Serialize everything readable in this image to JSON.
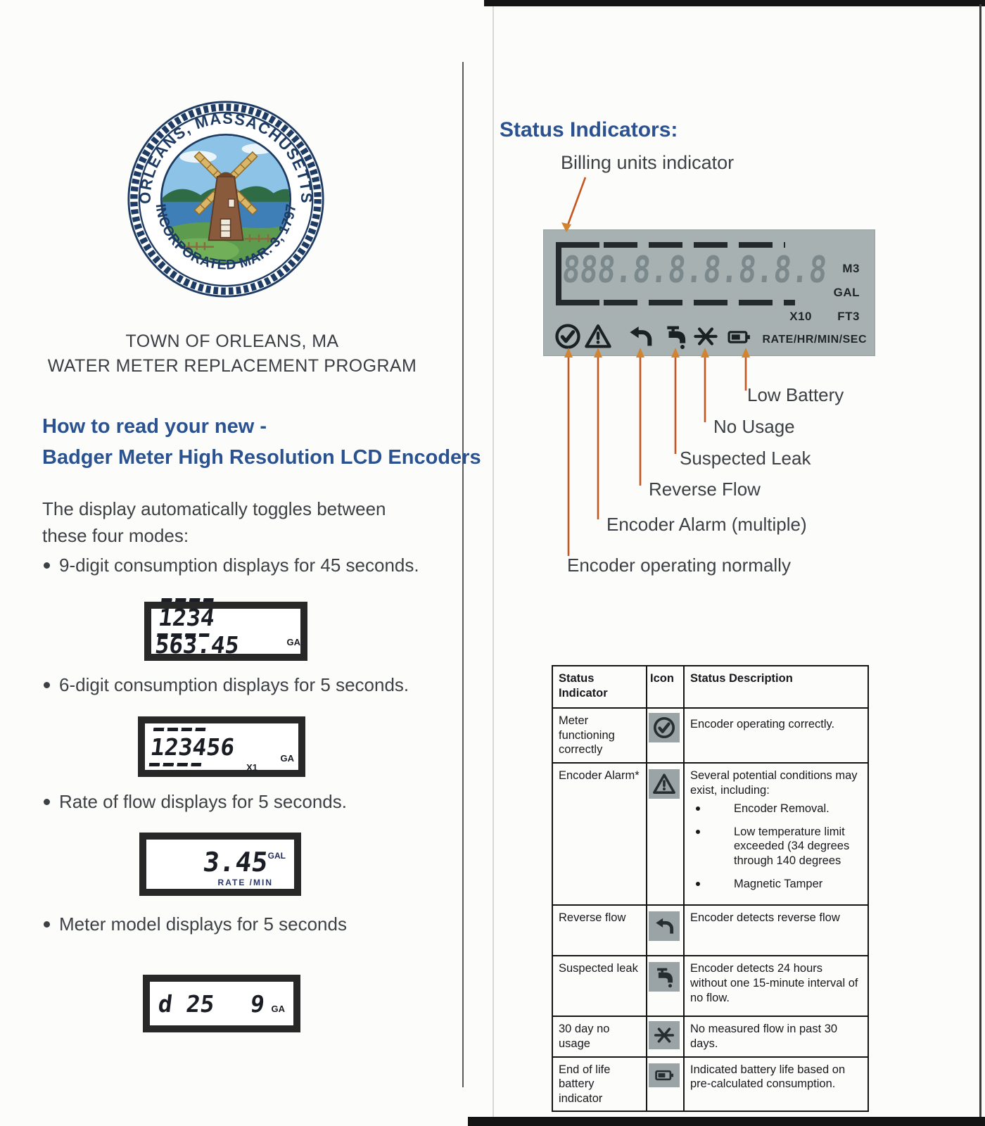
{
  "document": {
    "left_page": {
      "seal": {
        "top_text": "ORLEANS, MASSACHUSETTS",
        "bottom_text": "INCORPORATED MAR. 3, 1797"
      },
      "org_line1": "TOWN OF ORLEANS, MA",
      "org_line2": "WATER METER REPLACEMENT PROGRAM",
      "heading_line1": "How to read your new -",
      "heading_line2": "Badger Meter High Resolution LCD Encoders",
      "intro_line1": "The display automatically toggles between",
      "intro_line2": "these four modes:",
      "bullets": [
        "9-digit consumption displays for 45 seconds.",
        "6-digit consumption displays for 5 seconds.",
        "Rate of flow displays for 5 seconds.",
        "Meter model displays for 5 seconds"
      ],
      "lcd_nine_digit": {
        "marked_digits": "1234",
        "digits": "563.45",
        "unit": "GA"
      },
      "lcd_six_digit": {
        "marked_digits": "1234",
        "digits": "56",
        "unit": "GA",
        "multiplier": "X1"
      },
      "lcd_rate": {
        "value": "3.45",
        "unit": "GAL",
        "caption": "RATE /MIN"
      },
      "lcd_model": {
        "left_value": "d 25",
        "right_value": "9",
        "unit": "GA"
      }
    },
    "right_page": {
      "heading": "Status Indicators:",
      "billing_label": "Billing units indicator",
      "lcd_panel": {
        "digits": "888.8.8.8.8.8.8",
        "unit_m3": "M3",
        "unit_gal": "GAL",
        "unit_x10": "X10",
        "unit_ft3": "FT3",
        "unit_rate": "RATE/HR/MIN/SEC",
        "icons": [
          "check-circle",
          "warning-triangle",
          "reverse-flow-arrow",
          "faucet",
          "no-usage",
          "battery"
        ]
      },
      "callouts": {
        "low_battery": "Low Battery",
        "no_usage": "No Usage",
        "suspected_leak": "Suspected Leak",
        "reverse_flow": "Reverse Flow",
        "encoder_alarm": "Encoder Alarm (multiple)",
        "encoder_normal": "Encoder operating normally"
      },
      "table": {
        "headers": [
          "Status Indicator",
          "Icon",
          "Status Description"
        ],
        "rows": [
          {
            "indicator": "Meter functioning correctly",
            "icon": "check-circle-icon",
            "description": "Encoder operating correctly."
          },
          {
            "indicator": "Encoder Alarm*",
            "icon": "warning-triangle-icon",
            "description": "Several potential conditions may exist, including:",
            "bullets": [
              "Encoder Removal.",
              "Low temperature limit exceeded (34 degrees through 140 degrees",
              "Magnetic Tamper"
            ]
          },
          {
            "indicator": "Reverse flow",
            "icon": "reverse-flow-icon",
            "description": "Encoder detects reverse flow"
          },
          {
            "indicator": "Suspected leak",
            "icon": "faucet-icon",
            "description": "Encoder detects 24 hours without one 15-minute interval of no flow."
          },
          {
            "indicator": "30 day no usage",
            "icon": "no-usage-icon",
            "description": "No measured flow in past 30 days."
          },
          {
            "indicator": "End of life battery indicator",
            "icon": "battery-icon",
            "description": "Indicated battery life based on pre-calculated consumption."
          }
        ]
      }
    },
    "colors": {
      "accent_blue": "#2a5190",
      "arrow_orange": "#c6551f",
      "panel_bg": "#a8b1b2"
    }
  }
}
